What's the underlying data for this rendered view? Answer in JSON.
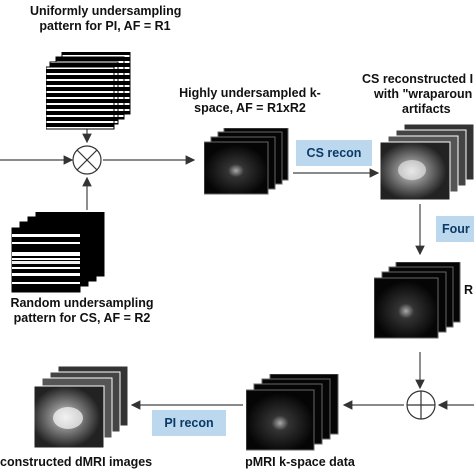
{
  "labels": {
    "uniform_pattern": [
      "Uniformly undersampling",
      "pattern for PI, AF = R1"
    ],
    "random_pattern": [
      "Random undersampling",
      "pattern for CS, AF = R2"
    ],
    "highly_undersampled": [
      "Highly undersampled k-",
      "space, AF = R1xR2"
    ],
    "cs_reconstructed": [
      "CS reconstructed I",
      "with \"wraparoun",
      "artifacts"
    ],
    "r_label": "R",
    "pmri_kspace": "pMRI k-space data",
    "reconstructed_dmri": "constructed dMRI images"
  },
  "buttons": {
    "cs_recon": "CS recon",
    "fourier": "Four",
    "pi_recon": "PI recon"
  },
  "colors": {
    "box_fill": "#bcd8ee",
    "box_text": "#0b3a66",
    "sheet": "#050505"
  },
  "icons": {
    "multiply": "circle-times-icon",
    "add": "circle-plus-icon"
  }
}
